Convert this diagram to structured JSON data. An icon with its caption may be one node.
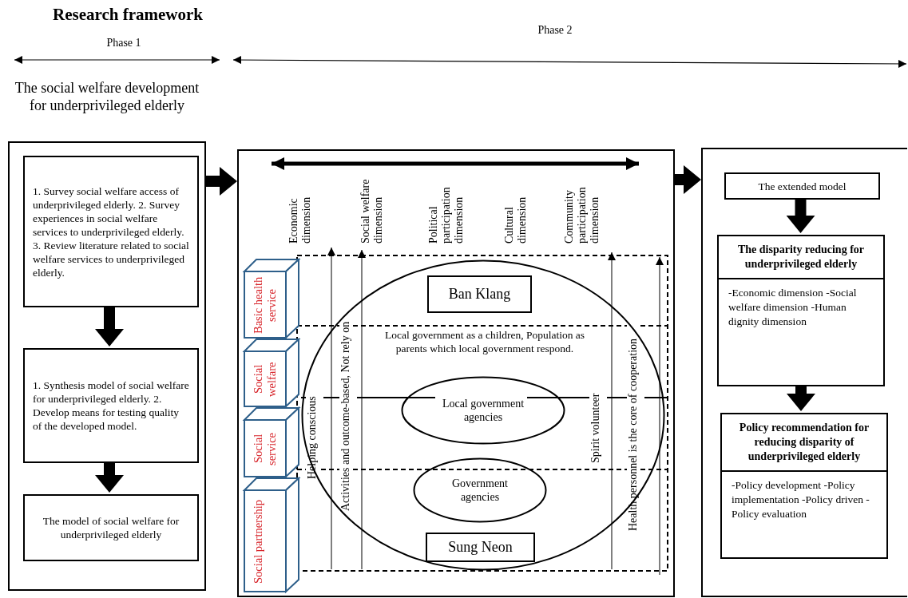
{
  "diagram": {
    "title": "Research framework",
    "nodes": [
      {
        "text": [
          "The social welfare development for underprivileged elderly"
        ]
      },
      {
        "text": [
          "1. Survey social welfare access of underprivileged elderly. 2. Survey experiences in social welfare services to underprivileged elderly. 3. Review literature related to social welfare services to underprivileged elderly."
        ],
        "in": 0
      },
      {
        "text": [
          "1. Synthesis model of social welfare for underprivileged elderly. 2. Develop means for testing quality of the developed model."
        ],
        "in": 0
      },
      {
        "text": [
          "The model of social welfare for underprivileged elderly"
        ],
        "in": 0
      },
      {
        "text": [],
        "shape": "box"
      },
      {
        "text": [
          "Basic health service"
        ],
        "in": 4
      },
      {
        "text": [
          "Social welfare"
        ],
        "in": 4
      },
      {
        "text": [
          "Social service"
        ],
        "in": 4
      },
      {
        "text": [
          "Social partnership"
        ],
        "in": 4
      },
      {
        "text": [
          "Local government as a children, Population as parents which local government respond."
        ],
        "in": 4
      },
      {
        "text": [
          "Ban Klang"
        ],
        "in": 9
      },
      {
        "text": [
          "Local government agencies"
        ],
        "in": 9
      },
      {
        "text": [
          "Government agencies"
        ],
        "in": 9
      },
      {
        "text": [
          "Sung Neon"
        ],
        "in": 9
      },
      {
        "text": [],
        "shape": "box"
      },
      {
        "text": [
          "The extended model"
        ],
        "in": 14
      },
      {
        "text": [
          "The disparity reducing for underprivileged elderly",
          "-Economic dimension -Social welfare dimension -Human dignity dimension"
        ],
        "in": 14
      },
      {
        "text": [
          "Policy recommendation for reducing disparity of underprivileged elderly",
          "-Policy development -Policy implementation -Policy driven -Policy evaluation"
        ],
        "in": 14
      }
    ],
    "edges": [
      {
        "from": 1,
        "to": 2,
        "arrow": "to"
      },
      {
        "from": 2,
        "to": 3,
        "arrow": "to"
      },
      {
        "from": 0,
        "to": 4,
        "arrow": "to"
      },
      {
        "from": 4,
        "to": 14,
        "arrow": "to"
      },
      {
        "from": 15,
        "to": 16,
        "arrow": "to"
      },
      {
        "from": 16,
        "to": 17,
        "arrow": "to"
      }
    ],
    "labels": [
      "Phase 1",
      "Phase 2",
      "Economic dimension",
      "Social welfare dimension",
      "Political participation dimension",
      "Cultural dimension",
      "Community participation dimension",
      "Helping conscious",
      "Activities and outcome-based, Not rely on",
      "Spirit volunteer",
      "Health personnel is the core of cooperation"
    ]
  }
}
